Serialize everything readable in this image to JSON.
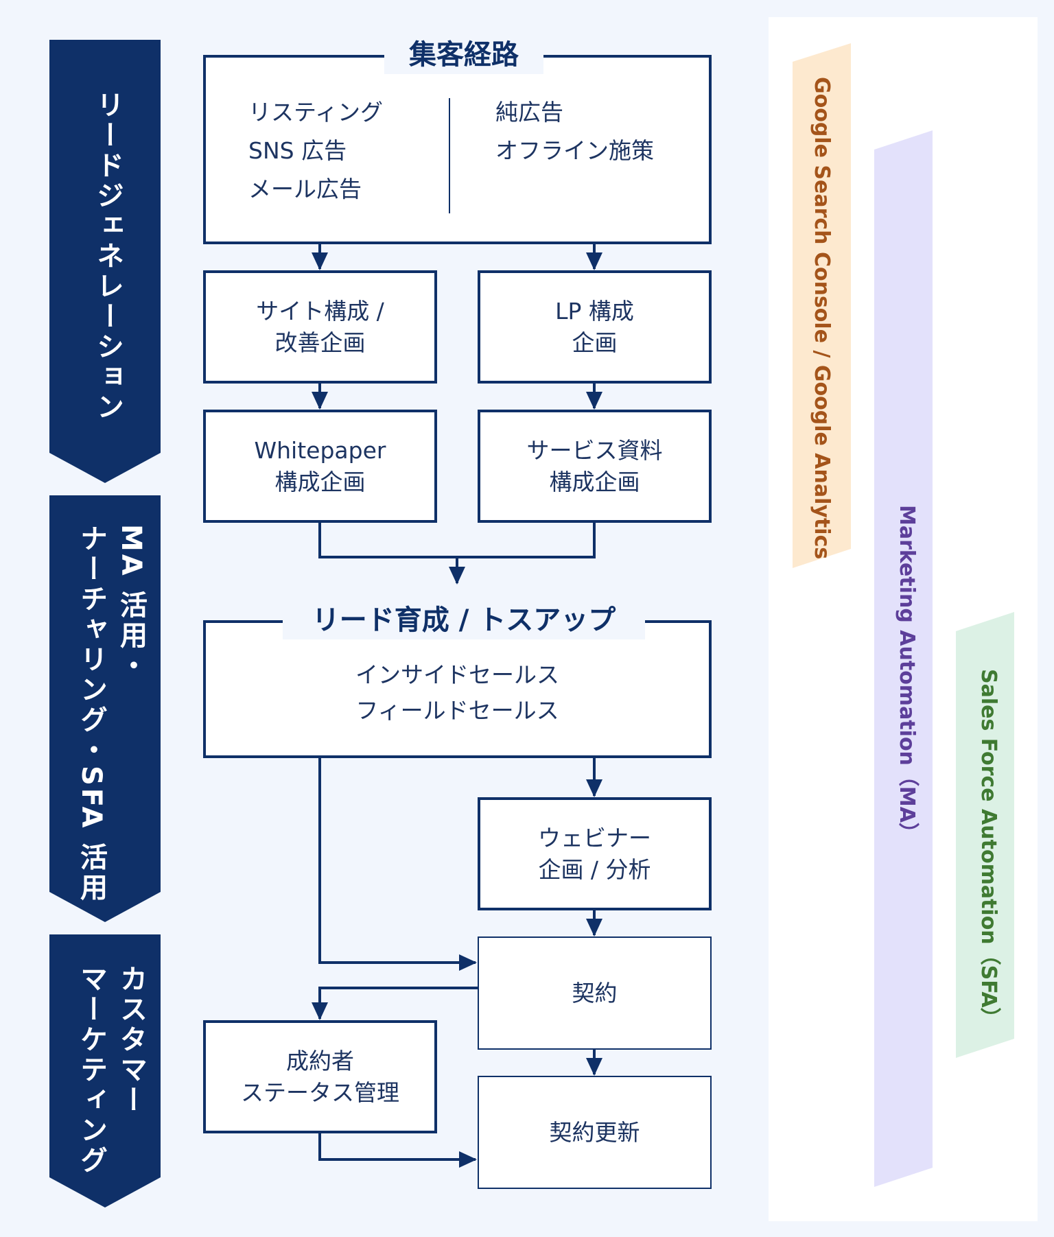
{
  "stages": [
    {
      "lines": [
        "リードジェネレーション"
      ]
    },
    {
      "lines": [
        "MA 活用・",
        "ナーチャリング・SFA 活用"
      ]
    },
    {
      "lines": [
        "カスタマー",
        "マーケティング"
      ]
    }
  ],
  "channels": {
    "title": "集客経路",
    "left_items": [
      "リスティング",
      "SNS 広告",
      "メール広告"
    ],
    "right_items": [
      "純広告",
      "オフライン施策"
    ]
  },
  "lead_gen_boxes": [
    {
      "lines": [
        "サイト構成 /",
        "改善企画"
      ]
    },
    {
      "lines": [
        "LP 構成",
        "企画"
      ]
    },
    {
      "lines": [
        "Whitepaper",
        "構成企画"
      ]
    },
    {
      "lines": [
        "サービス資料",
        "構成企画"
      ]
    }
  ],
  "nurturing": {
    "title": "リード育成 / トスアップ",
    "lines": [
      "インサイドセールス",
      "フィールドセールス"
    ]
  },
  "webinar": {
    "lines": [
      "ウェビナー",
      "企画 / 分析"
    ]
  },
  "contract": {
    "label": "契約"
  },
  "customer_status": {
    "lines": [
      "成約者",
      "ステータス管理"
    ]
  },
  "renewal": {
    "label": "契約更新"
  },
  "tools": [
    {
      "label": "Google Search Console / Google Analytics",
      "bg": "#fde9cf",
      "color": "#a4541a"
    },
    {
      "label": "Marketing Automation（MA）",
      "bg": "#e3e1fb",
      "color": "#5d3f9a"
    },
    {
      "label": "Sales Force Automation（SFA）",
      "bg": "#dcf1e5",
      "color": "#3f7a32"
    }
  ],
  "colors": {
    "navy": "#0f3068",
    "background": "#f2f6fd"
  }
}
